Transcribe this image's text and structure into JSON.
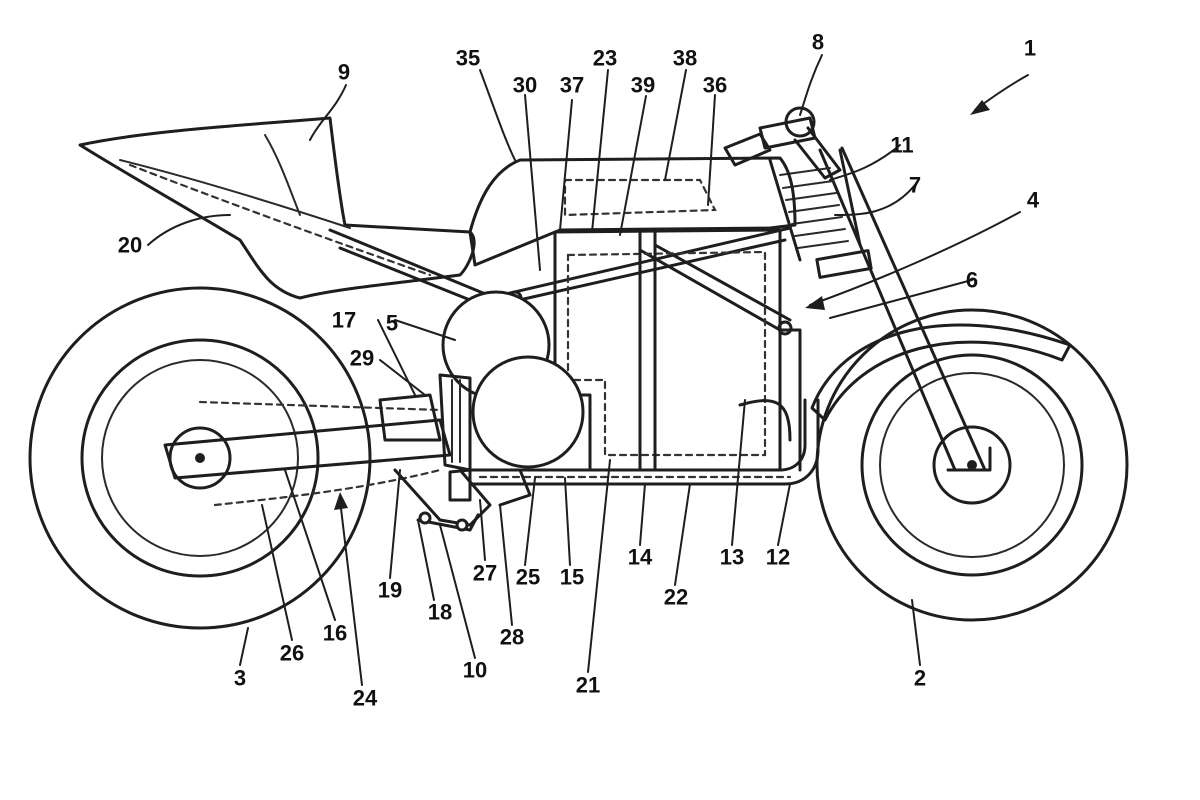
{
  "figure": {
    "reference_numerals": [
      "1",
      "2",
      "3",
      "4",
      "5",
      "6",
      "7",
      "8",
      "9",
      "10",
      "11",
      "12",
      "13",
      "14",
      "15",
      "16",
      "17",
      "18",
      "19",
      "20",
      "21",
      "22",
      "23",
      "24",
      "25",
      "26",
      "27",
      "28",
      "29",
      "30",
      "35",
      "36",
      "37",
      "38",
      "39"
    ]
  }
}
